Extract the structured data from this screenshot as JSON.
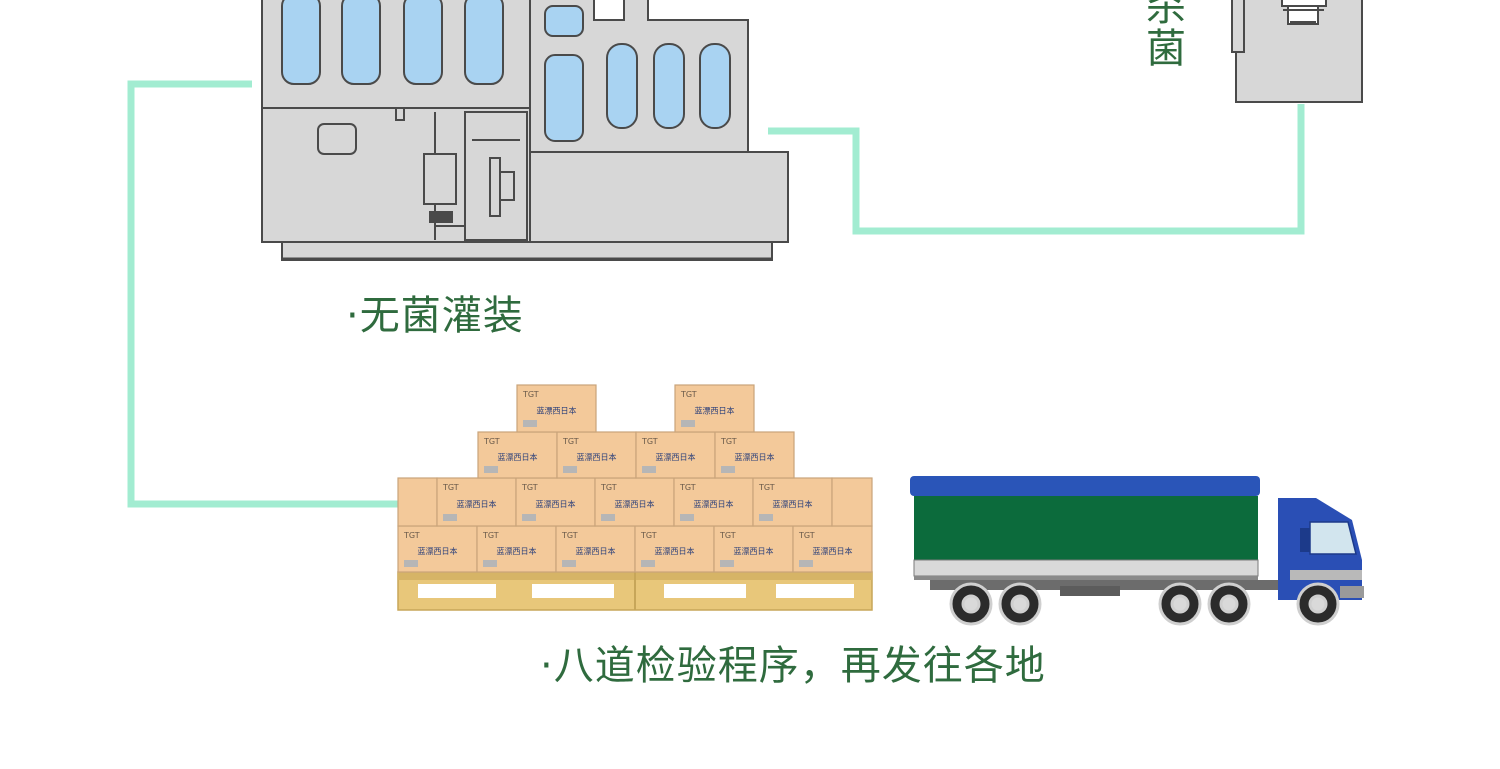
{
  "captions": {
    "sterilization_fragment": "杀菌",
    "aseptic_filling": "·无菌灌装",
    "inspection_and_shipping": "·八道检验程序，再发往各地"
  },
  "box_label": {
    "logo": "TGT",
    "text": "蓝漂西日本"
  },
  "colors": {
    "connector": "#a2ecd1",
    "caption_text": "#2f6b3e",
    "machine_body": "#d7d7d7",
    "machine_outline": "#4a4a4a",
    "machine_window": "#a9d3f2",
    "box_fill": "#f3c99a",
    "box_edge": "#c9a47a",
    "pallet": "#e8c77a",
    "truck_cab": "#2a4fb5",
    "trailer_side": "#0c6b3c",
    "trailer_top": "#2a55b8"
  },
  "icons": [
    "filling-machine-icon",
    "sterilizer-unit-icon",
    "pallet-of-boxes-icon",
    "delivery-truck-icon"
  ]
}
